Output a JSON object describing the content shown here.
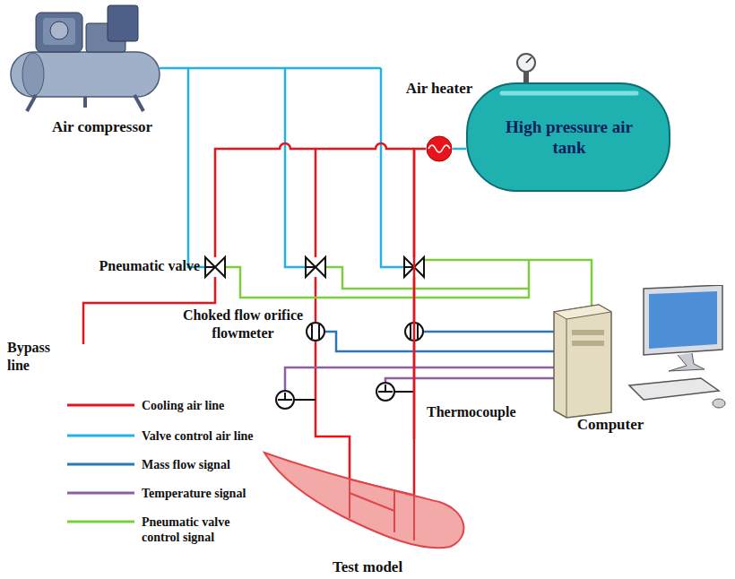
{
  "diagram": {
    "nodes": [
      {
        "text": [
          "Air compressor"
        ]
      },
      {
        "text": [
          "Air heater"
        ]
      },
      {
        "text": [
          "High pressure air tank"
        ]
      },
      {
        "text": [
          "Computer"
        ]
      },
      {
        "text": [
          "Test model"
        ]
      }
    ],
    "edges": [
      {
        "from": 2,
        "to": 1,
        "arrow": "none"
      },
      {
        "from": 1,
        "to": 4,
        "arrow": "none"
      }
    ],
    "labels": [
      "Pneumatic valve",
      "Bypass line",
      "Choked flow orifice flowmeter",
      "Thermocouple"
    ],
    "legend": [
      {
        "text": "Cooling air line"
      },
      {
        "text": "Valve control air line"
      },
      {
        "text": "Mass flow signal"
      },
      {
        "text": "Temperature signal"
      },
      {
        "text": "Pneumatic valve control signal"
      }
    ]
  }
}
